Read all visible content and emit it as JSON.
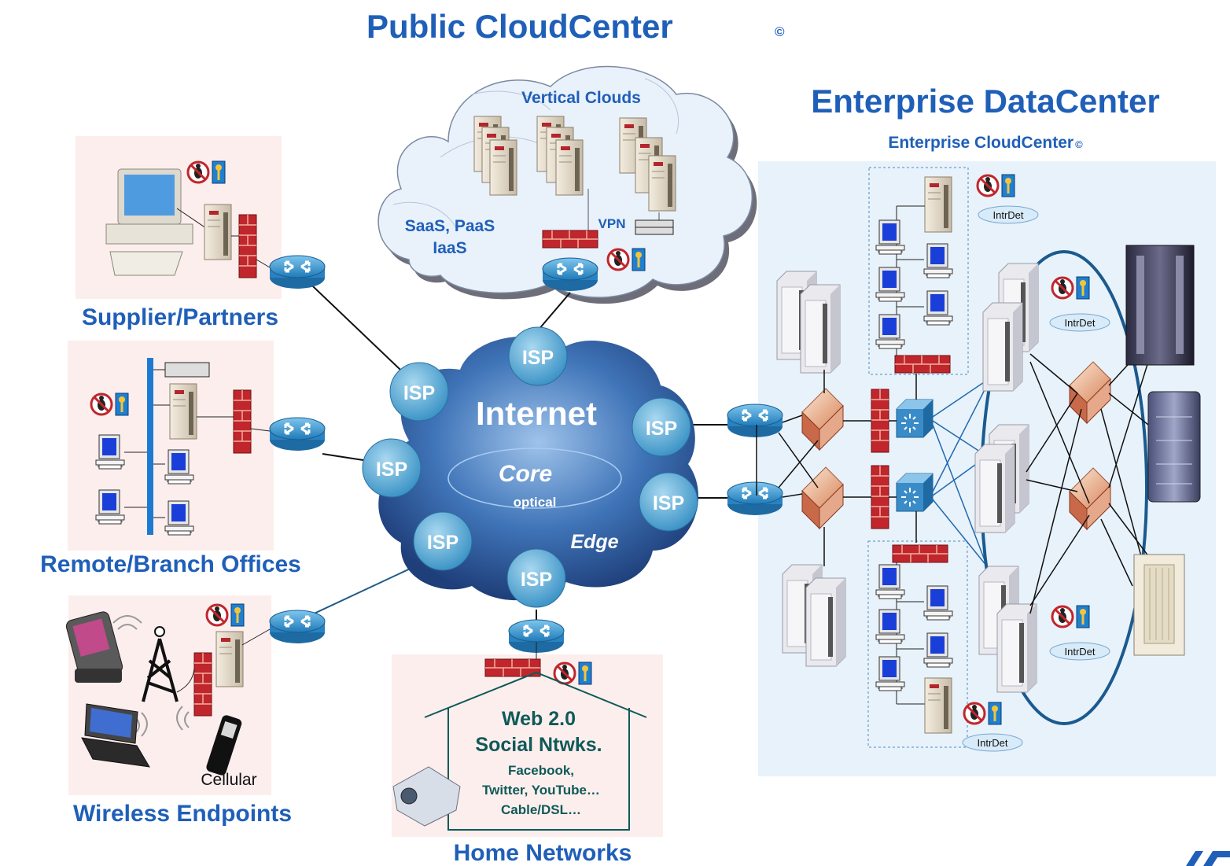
{
  "titles": {
    "public_cloud": "Public CloudCenter",
    "copyright": "©",
    "enterprise_dc": "Enterprise DataCenter",
    "enterprise_cc": "Enterprise CloudCenter"
  },
  "public_cloud": {
    "vertical": "Vertical Clouds",
    "saas": "SaaS, PaaS",
    "iaas": "IaaS",
    "vpn": "VPN"
  },
  "internet": {
    "label": "Internet",
    "core": "Core",
    "optical": "optical",
    "edge": "Edge",
    "isp": "ISP"
  },
  "sites": {
    "supplier": "Supplier/Partners",
    "remote": "Remote/Branch Offices",
    "wireless": "Wireless Endpoints",
    "cellular": "Cellular",
    "home": "Home Networks"
  },
  "home": {
    "line1": "Web 2.0",
    "line2": "Social Ntwks.",
    "line3": "Facebook,",
    "line4": "Twitter, YouTube…",
    "line5": "Cable/DSL…"
  },
  "enterprise": {
    "intrdet": "IntrDet"
  },
  "colors": {
    "title_blue": "#1f5fb8",
    "internet_cloud": "#3a6fb4",
    "isp_bubble": "#5fb0d8",
    "home_text": "#0f5a57",
    "firewall": "#c0262c",
    "site_bg": "#fdeeee",
    "dc_bg": "#e8f2fb"
  }
}
